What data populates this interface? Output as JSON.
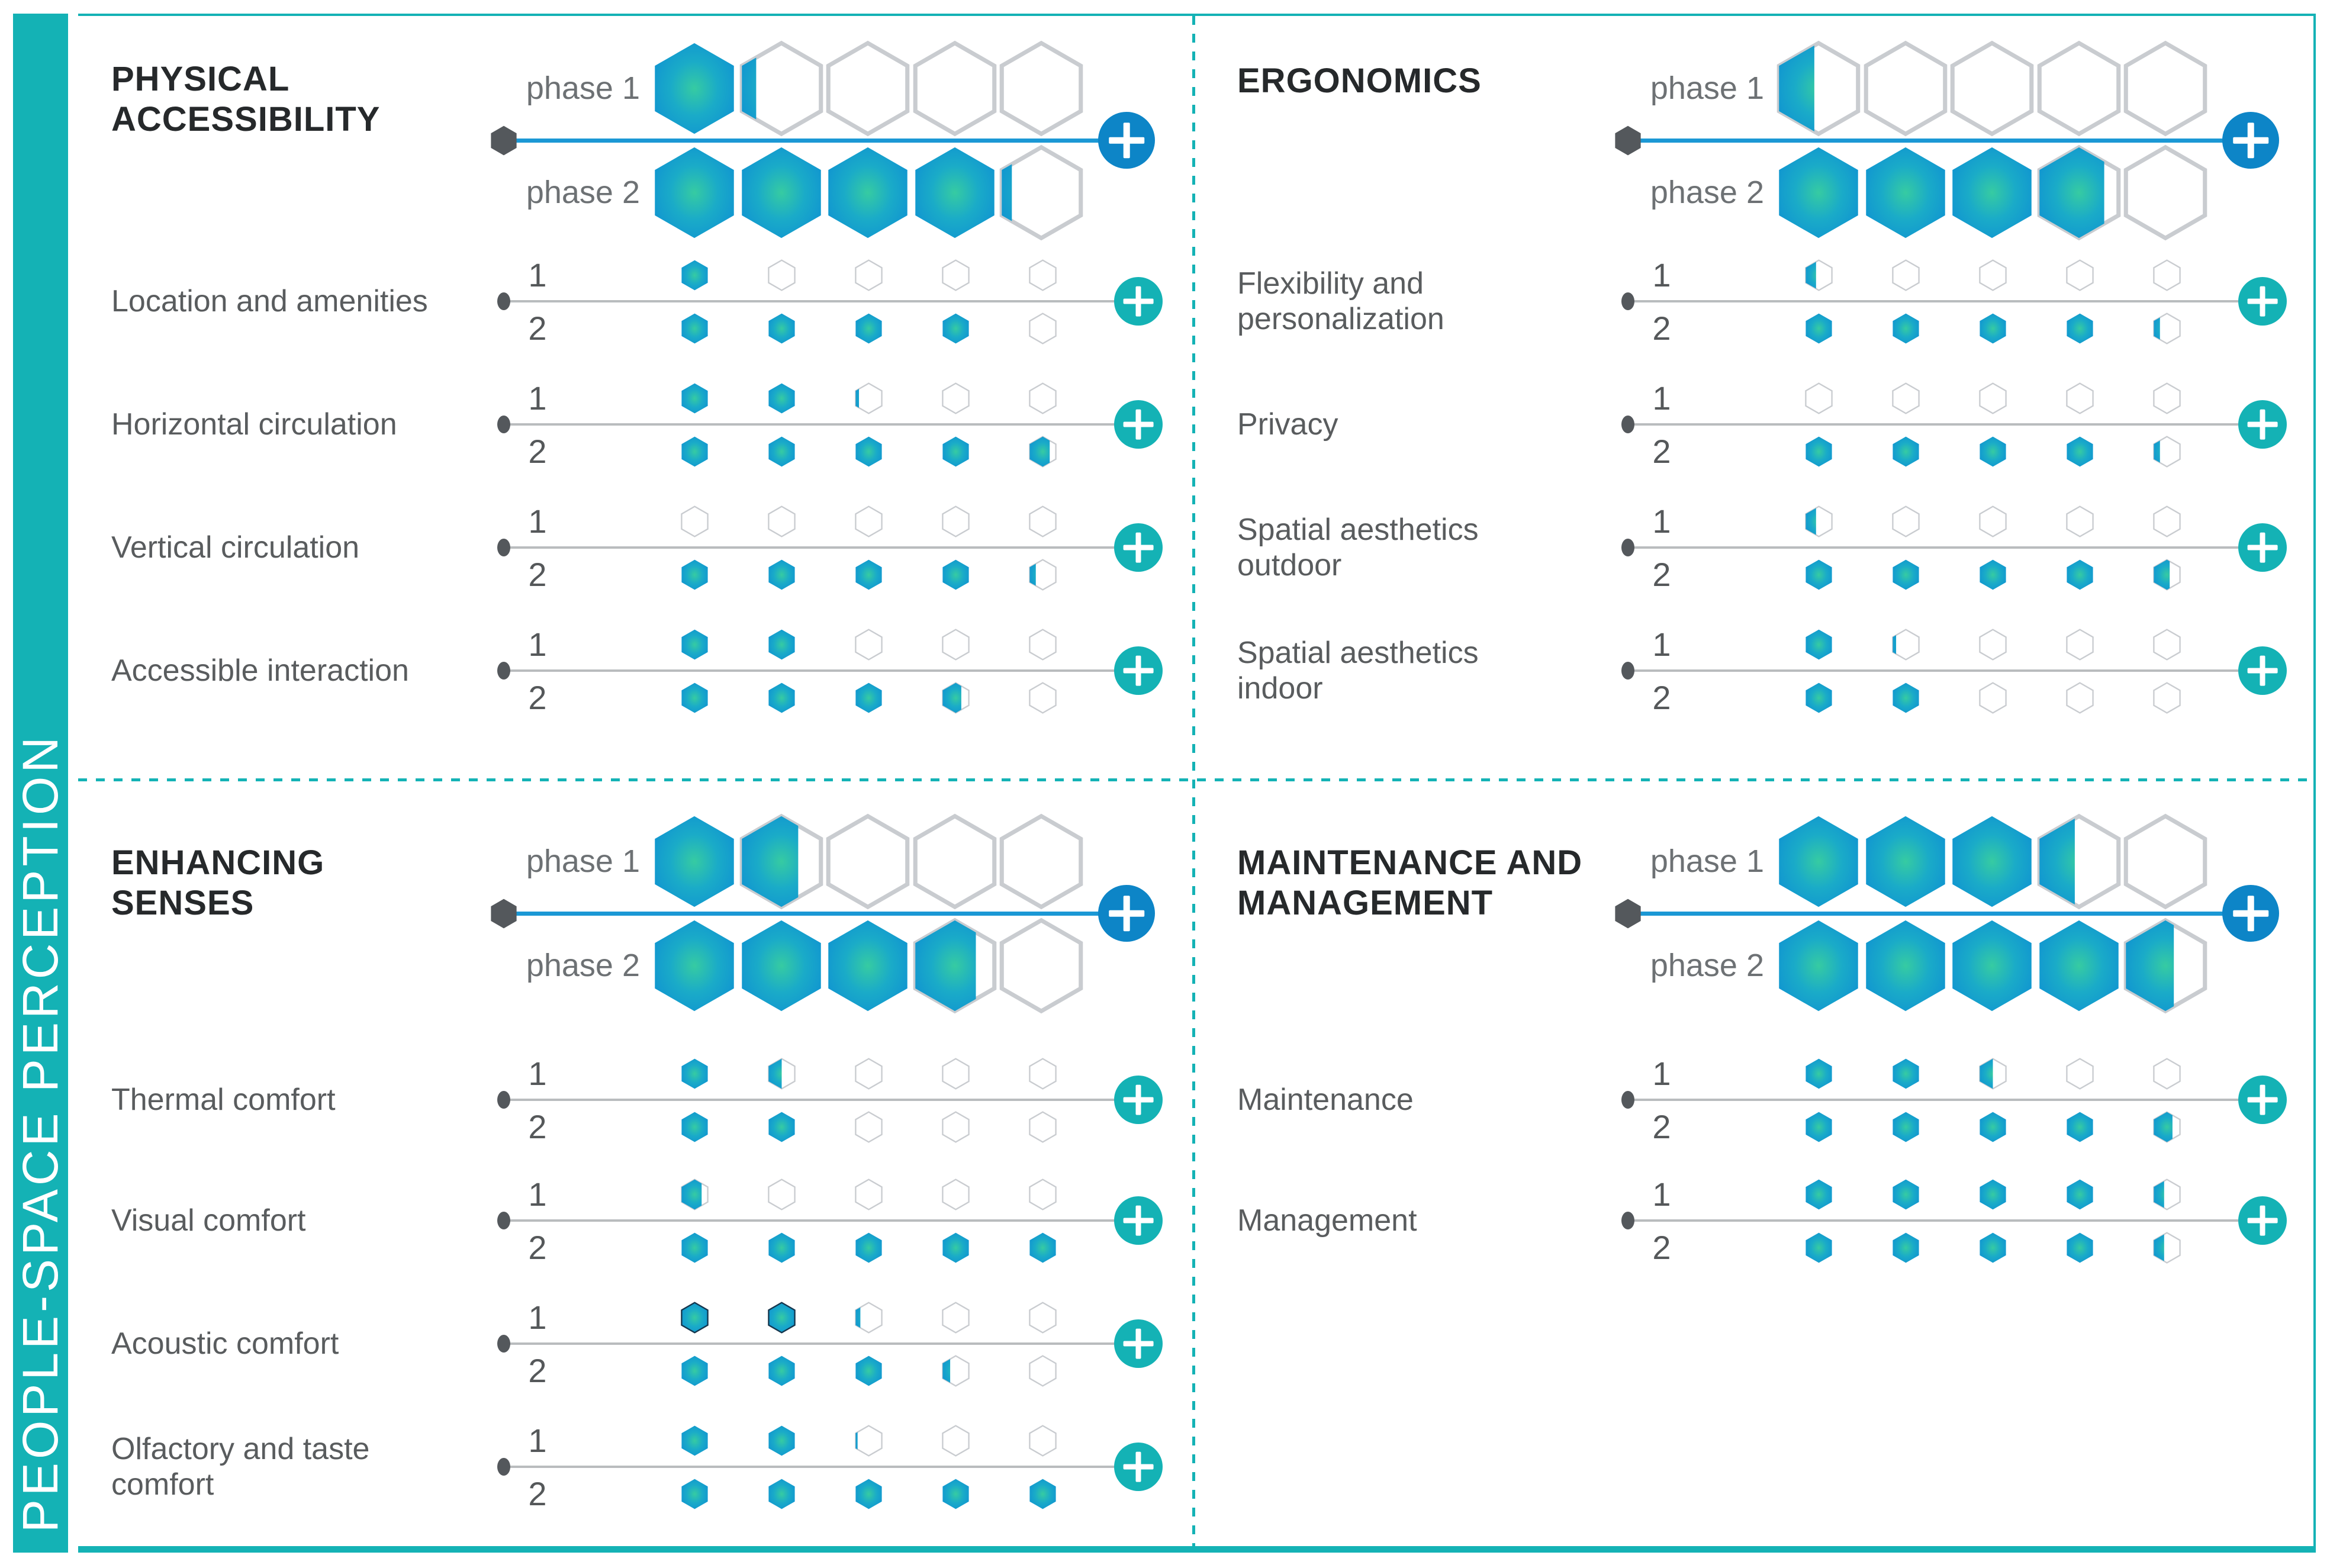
{
  "sidebar": {
    "label": "PEOPLE-SPACE PERCEPTION"
  },
  "colors": {
    "teal": "#14b2b5",
    "blue_plus": "#0d85c7",
    "axis_blue": "#1b98d5",
    "hex_center": "#36cba2",
    "hex_mid": "#1aabc8",
    "hex_edge": "#0e8fd3",
    "empty_outline": "#c9ccd0",
    "dark_marker": "#54585c",
    "dark_hex_outline": "#16364d"
  },
  "phase_labels": [
    "phase 1",
    "phase 2"
  ],
  "row_numbers": [
    "1",
    "2"
  ],
  "icons": {
    "plus": "plus-icon"
  },
  "quadrants": [
    {
      "id": "physical-accessibility",
      "title_lines": [
        "PHYSICAL",
        "ACCESSIBILITY"
      ],
      "phase1": [
        1,
        0.2,
        0,
        0,
        0
      ],
      "phase2": [
        1,
        1,
        1,
        1,
        0.15
      ],
      "rows": [
        {
          "label_lines": [
            "Location and amenities"
          ],
          "r1": [
            1,
            0,
            0,
            0,
            0
          ],
          "r2": [
            1,
            1,
            1,
            1,
            0
          ]
        },
        {
          "label_lines": [
            "Horizontal circulation"
          ],
          "r1": [
            1,
            1,
            0.15,
            0,
            0
          ],
          "r2": [
            1,
            1,
            1,
            1,
            0.75
          ]
        },
        {
          "label_lines": [
            "Vertical circulation"
          ],
          "r1": [
            0,
            0,
            0,
            0,
            0
          ],
          "r2": [
            1,
            1,
            1,
            1,
            0.25
          ]
        },
        {
          "label_lines": [
            "Accessible interaction"
          ],
          "r1": [
            1,
            1,
            0,
            0,
            0
          ],
          "r2": [
            1,
            1,
            1,
            0.7,
            0
          ]
        }
      ]
    },
    {
      "id": "ergonomics",
      "title_lines": [
        "ERGONOMICS"
      ],
      "phase1": [
        0.45,
        0,
        0,
        0,
        0
      ],
      "phase2": [
        1,
        1,
        1,
        0.8,
        0
      ],
      "rows": [
        {
          "label_lines": [
            "Flexibility and",
            "personalization"
          ],
          "r1": [
            0.4,
            0,
            0,
            0,
            0
          ],
          "r2": [
            1,
            1,
            1,
            1,
            0.25
          ]
        },
        {
          "label_lines": [
            "Privacy"
          ],
          "r1": [
            0,
            0,
            0,
            0,
            0
          ],
          "r2": [
            1,
            1,
            1,
            1,
            0.25
          ]
        },
        {
          "label_lines": [
            "Spatial aesthetics",
            "outdoor"
          ],
          "r1": [
            0.4,
            0,
            0,
            0,
            0
          ],
          "r2": [
            1,
            1,
            1,
            1,
            0.6
          ]
        },
        {
          "label_lines": [
            "Spatial aesthetics",
            "indoor"
          ],
          "r1": [
            1,
            0.15,
            0,
            0,
            0
          ],
          "r2": [
            1,
            1,
            0,
            0,
            0
          ]
        }
      ]
    },
    {
      "id": "enhancing-senses",
      "title_lines": [
        "ENHANCING",
        "SENSES"
      ],
      "phase1": [
        1,
        0.7,
        0,
        0,
        0
      ],
      "phase2": [
        1,
        1,
        1,
        0.75,
        0
      ],
      "rows": [
        {
          "label_lines": [
            "Thermal comfort"
          ],
          "r1": [
            1,
            0.5,
            0,
            0,
            0
          ],
          "r2": [
            1,
            1,
            0,
            0,
            0
          ]
        },
        {
          "label_lines": [
            "Visual comfort"
          ],
          "r1": [
            0.75,
            0,
            0,
            0,
            0
          ],
          "r2": [
            1,
            1,
            1,
            1,
            1
          ]
        },
        {
          "label_lines": [
            "Acoustic comfort"
          ],
          "r1": [
            1,
            1,
            0.2,
            0,
            0
          ],
          "r1_dark": true,
          "r2": [
            1,
            1,
            1,
            0.3,
            0
          ]
        },
        {
          "label_lines": [
            "Olfactory and taste",
            "comfort"
          ],
          "r1": [
            1,
            1,
            0.1,
            0,
            0
          ],
          "r2": [
            1,
            1,
            1,
            1,
            1
          ]
        }
      ]
    },
    {
      "id": "maintenance-and-management",
      "title_lines": [
        "MAINTENANCE AND",
        "MANAGEMENT"
      ],
      "phase1": [
        1,
        1,
        1,
        0.45,
        0
      ],
      "phase2": [
        1,
        1,
        1,
        1,
        0.6
      ],
      "rows": [
        {
          "label_lines": [
            "Maintenance"
          ],
          "r1": [
            1,
            1,
            0.5,
            0,
            0
          ],
          "r2": [
            1,
            1,
            1,
            1,
            0.7
          ]
        },
        {
          "label_lines": [
            "Management"
          ],
          "r1": [
            1,
            1,
            1,
            1,
            0.4
          ],
          "r2": [
            1,
            1,
            1,
            1,
            0.4
          ]
        }
      ]
    }
  ]
}
